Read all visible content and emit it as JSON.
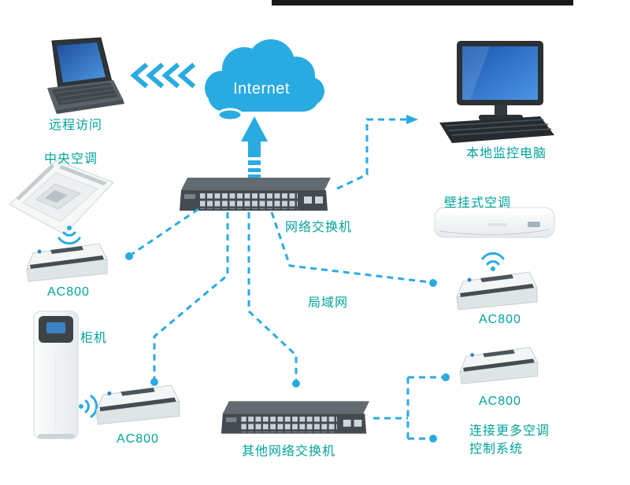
{
  "colors": {
    "line": "#29ABE2",
    "label": "#00A39B",
    "cloud": "#29ABE2",
    "cloud_text": "#FFFFFF",
    "top_bar": "#1A1A1A"
  },
  "nodes": {
    "remote_access": {
      "label": "远程访问"
    },
    "internet": {
      "label": "Internet"
    },
    "local_monitor_pc": {
      "label": "本地监控电脑"
    },
    "central_ac": {
      "label": "中央空调"
    },
    "main_switch": {
      "label": "网络交换机"
    },
    "wall_ac": {
      "label": "壁挂式空调"
    },
    "ac800_left": {
      "label": "AC800"
    },
    "ac800_right": {
      "label": "AC800"
    },
    "lan": {
      "label": "局域网"
    },
    "cabinet_ac": {
      "label": "柜机"
    },
    "ac800_center": {
      "label": "AC800"
    },
    "other_switch": {
      "label": "其他网络交换机"
    },
    "ac800_bottom_right": {
      "label": "AC800"
    },
    "more_ac_systems": {
      "label_line1": "连接更多空调",
      "label_line2": "控制系统"
    }
  }
}
